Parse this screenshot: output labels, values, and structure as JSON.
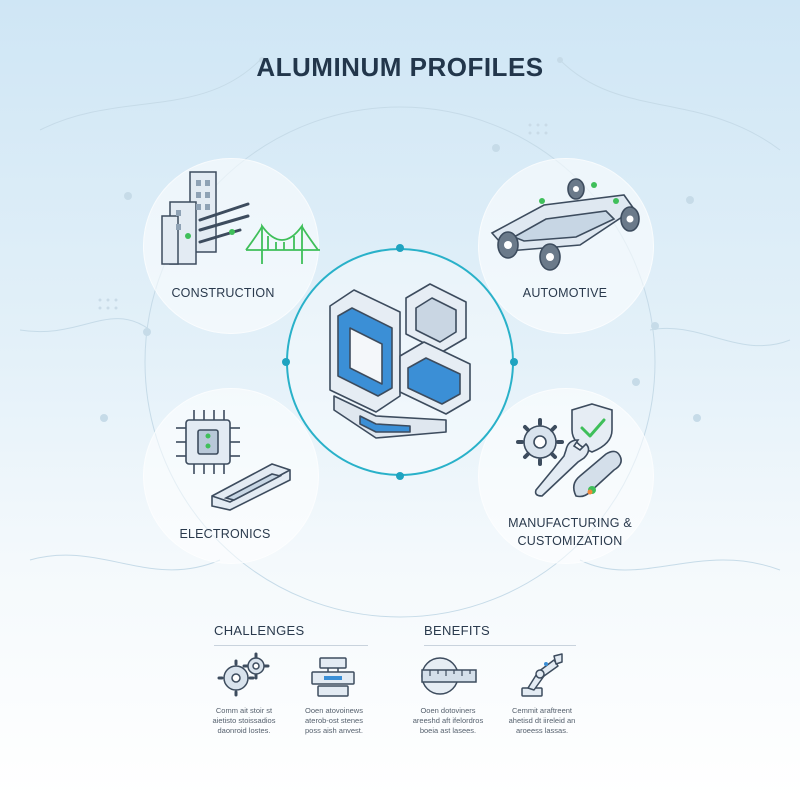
{
  "title": "ALUMINUM PROFILES",
  "sectors": {
    "construction": {
      "label": "CONSTRUCTION"
    },
    "automotive": {
      "label": "AUTOMOTIVE"
    },
    "electronics": {
      "label": "ELECTRONICS"
    },
    "manufacturing": {
      "label_line1": "MANUFACTURING &",
      "label_line2": "CUSTOMIZATION"
    }
  },
  "challenges": {
    "heading": "CHALLENGES",
    "items": [
      {
        "icon": "gears-icon",
        "lines": [
          "Comm ait stoir st",
          "aietisto stoissadios",
          "daonroid lostes."
        ]
      },
      {
        "icon": "die-press-icon",
        "lines": [
          "Ooen atovoinews",
          "aterob-ost stenes",
          "poss aish anvest."
        ]
      }
    ]
  },
  "benefits": {
    "heading": "BENEFITS",
    "items": [
      {
        "icon": "ruler-gauge-icon",
        "lines": [
          "Ooen dotoviners",
          "areeshd aft ifelordros",
          "boeia ast lasees."
        ]
      },
      {
        "icon": "robot-arm-icon",
        "lines": [
          "Cemmit araftreent",
          "ahetisd dt iireleid an",
          "aroeess lassas."
        ]
      }
    ]
  },
  "colors": {
    "accent_teal": "#29b1c9",
    "accent_blue": "#3b8fd6",
    "accent_green": "#3fbf5a",
    "ink": "#22364b"
  }
}
